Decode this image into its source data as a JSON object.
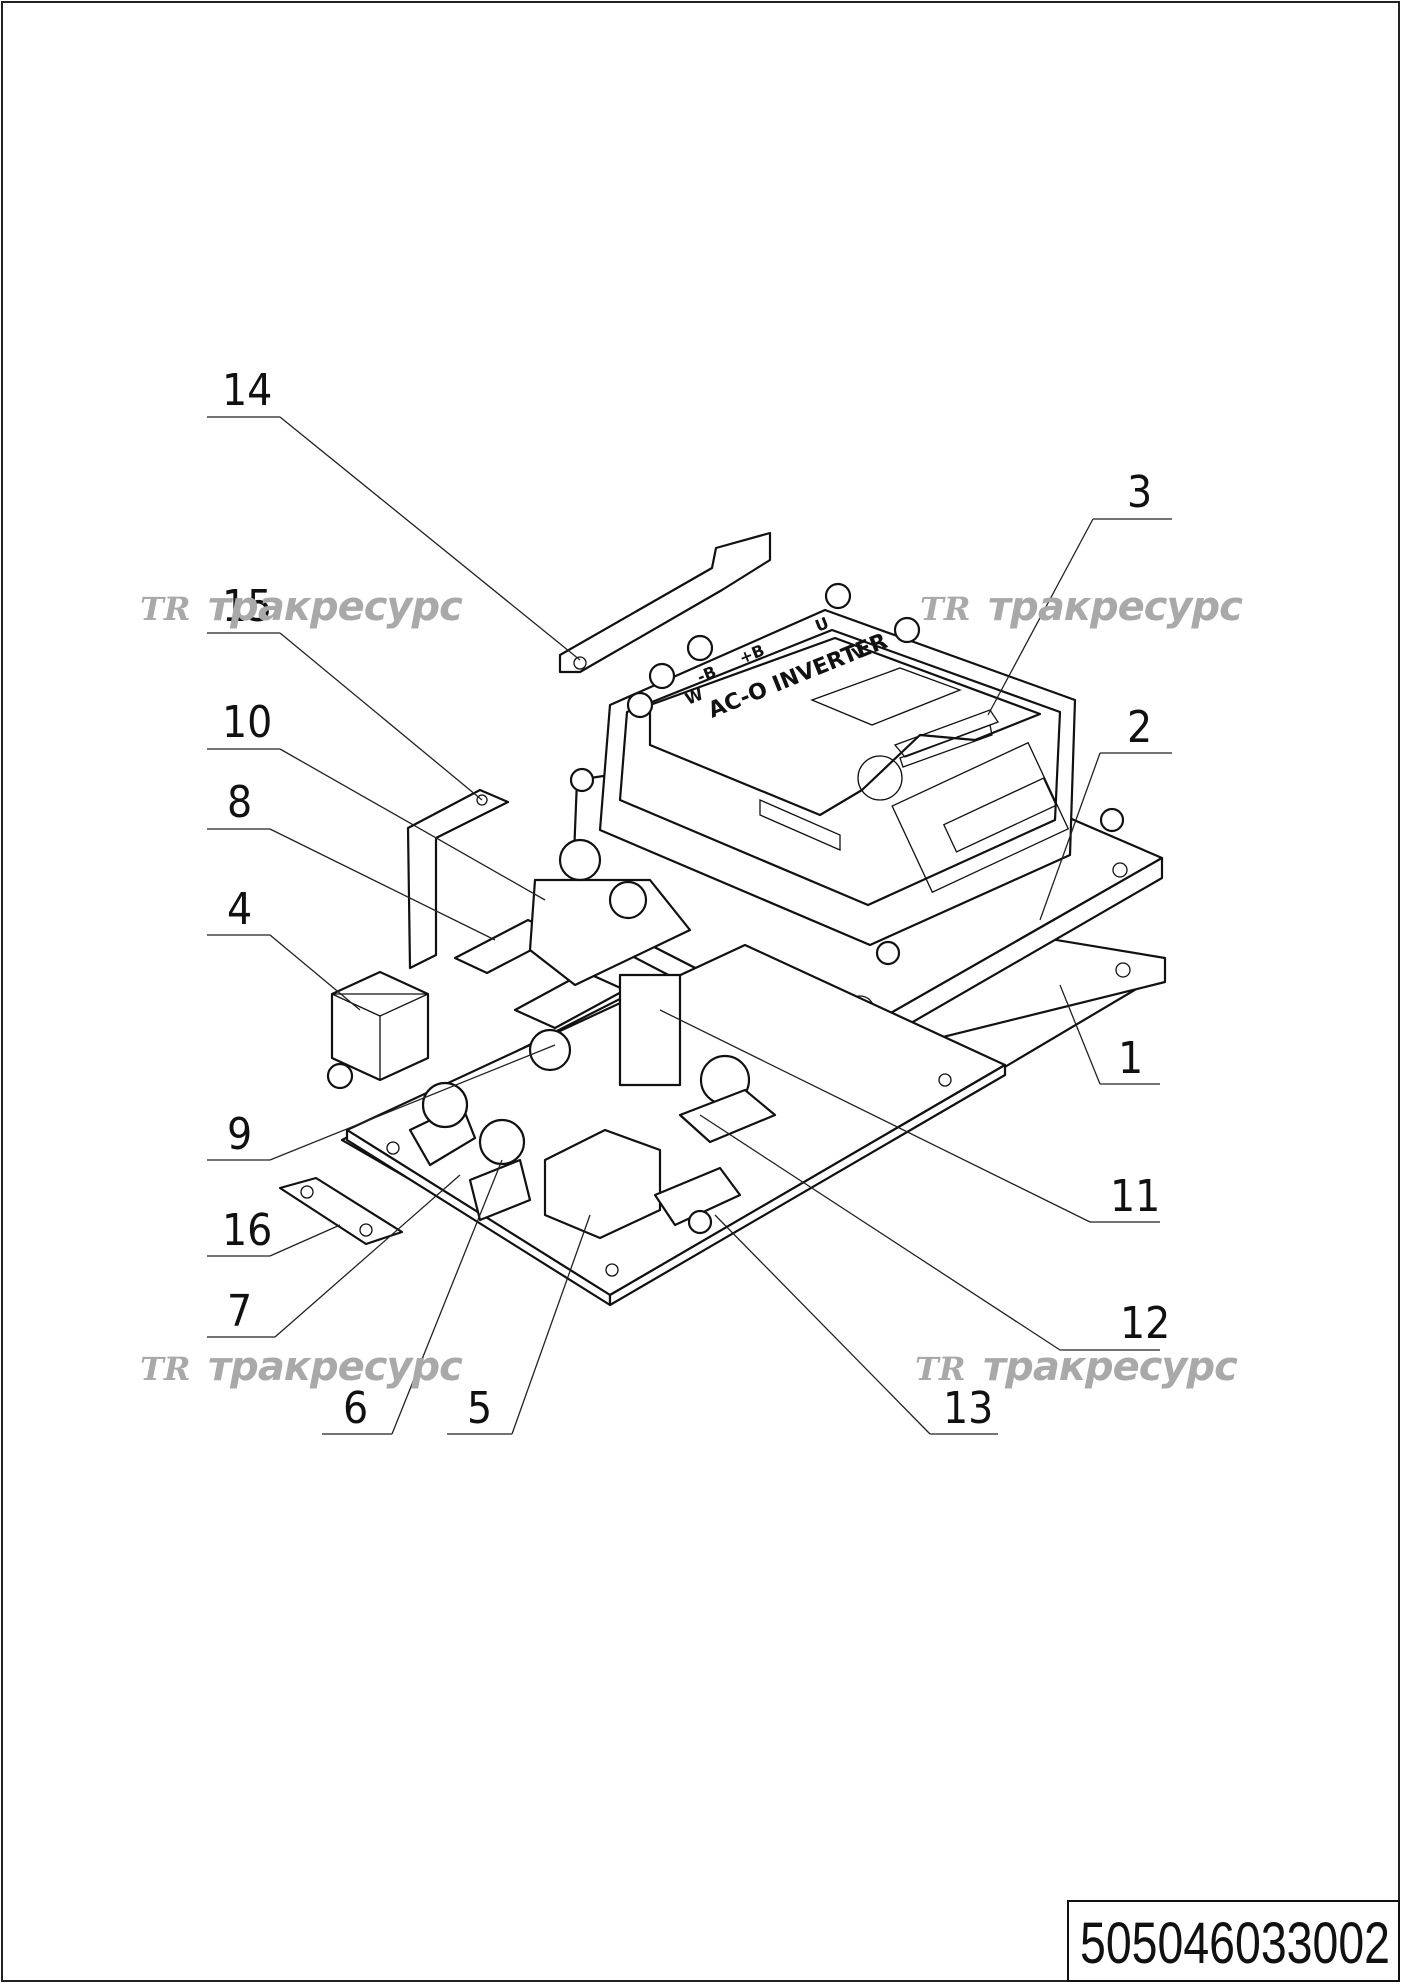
{
  "drawing": {
    "doc_number": "505046033002",
    "watermark_text": "тракресурс",
    "watermark_logo": "TR",
    "inverter_label": "AC-O INVERTER",
    "terminal_labels": [
      "W",
      "-B",
      "+B",
      "U",
      "V"
    ],
    "callouts": [
      "1",
      "2",
      "3",
      "4",
      "5",
      "6",
      "7",
      "8",
      "9",
      "10",
      "11",
      "12",
      "13",
      "14",
      "15",
      "16"
    ]
  }
}
